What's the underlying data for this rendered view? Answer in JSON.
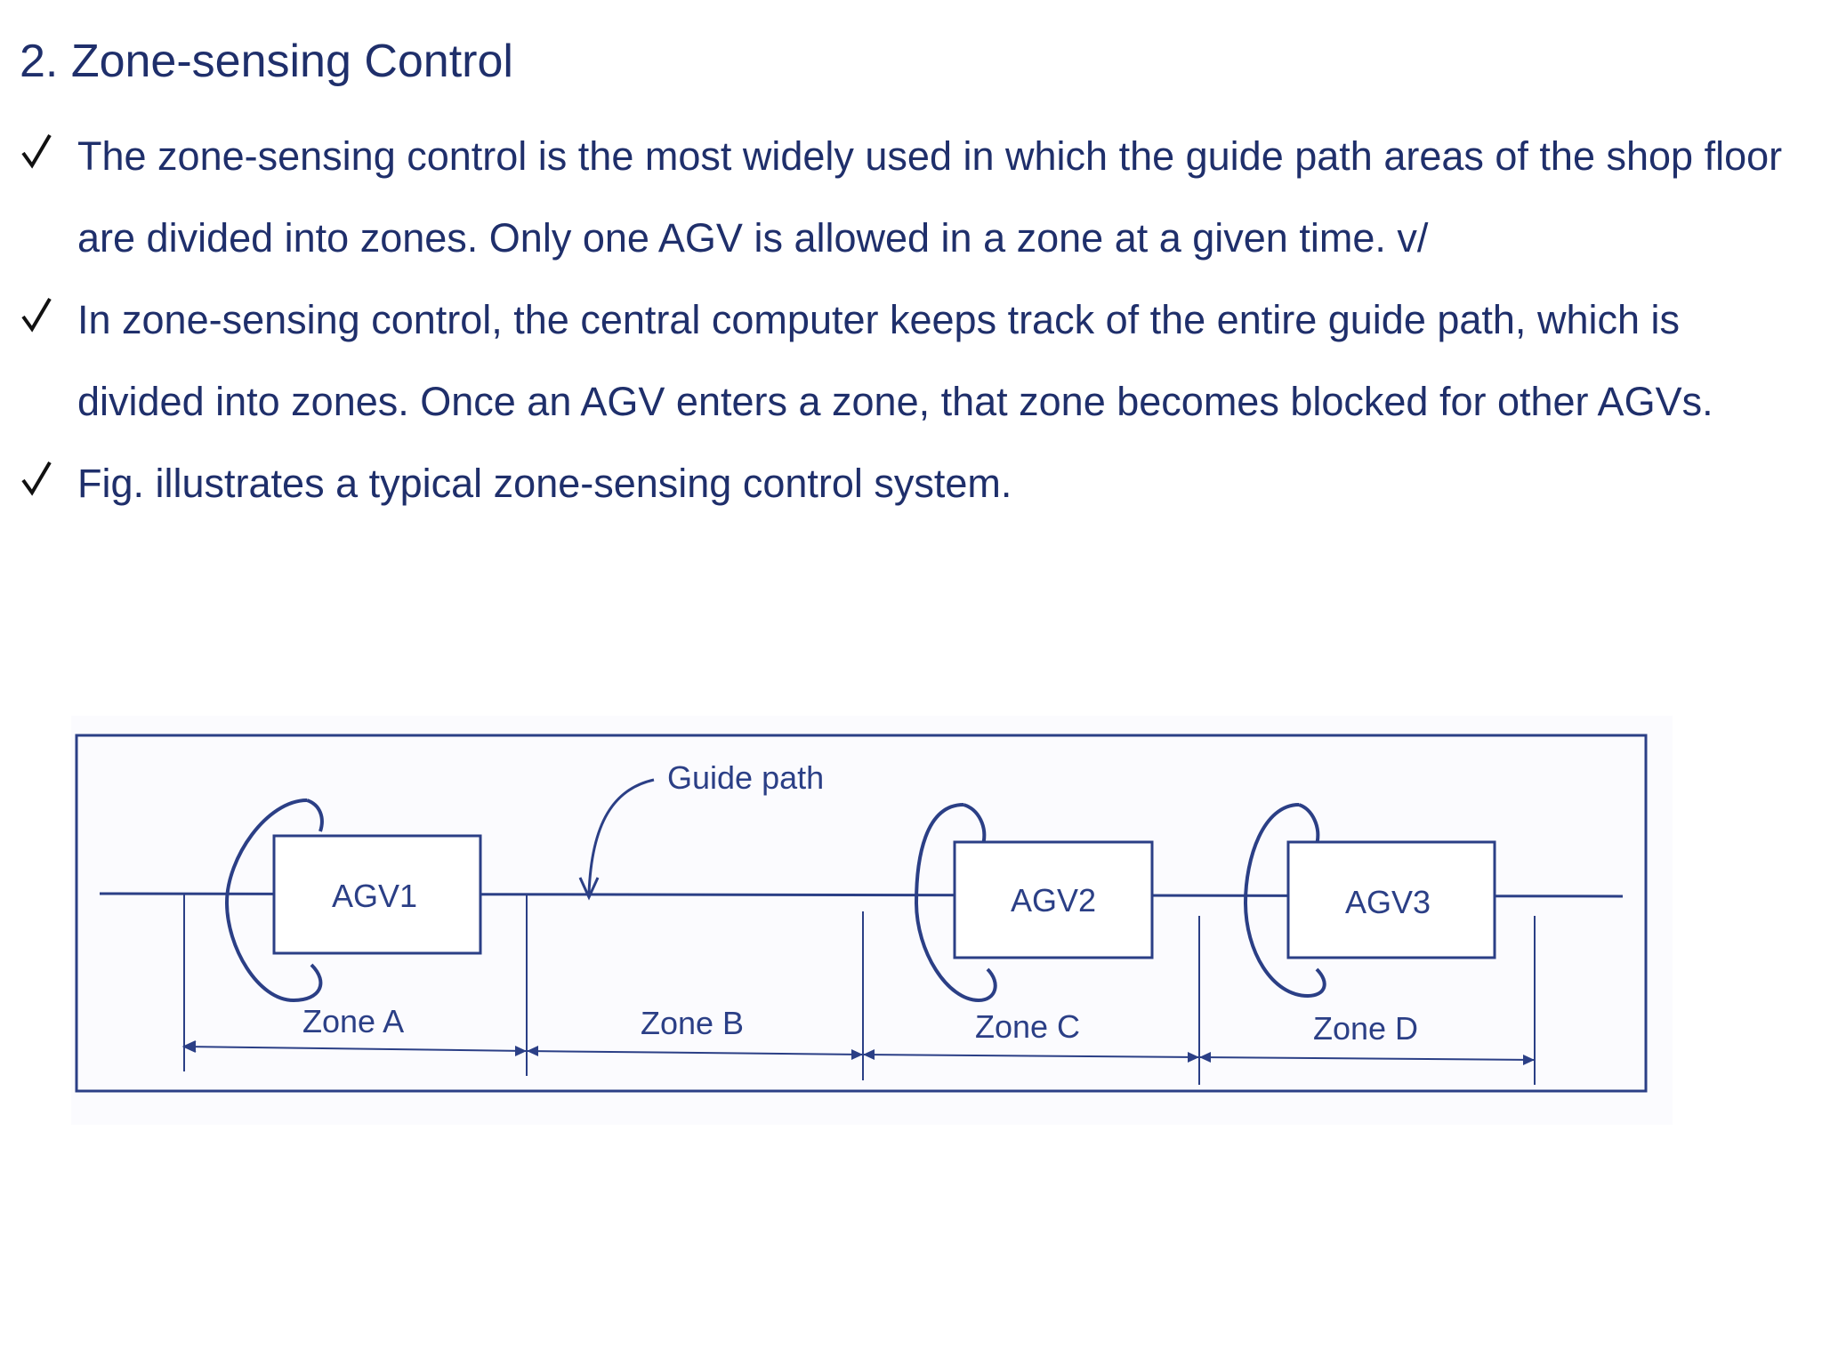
{
  "slide": {
    "title": "2. Zone-sensing Control",
    "bullets": [
      "The zone-sensing control is the most widely used in which the guide path areas of the shop floor are divided into zones. Only one AGV is allowed in a zone at a given time. v/",
      "In zone-sensing control, the central computer keeps track of the entire guide path, which is divided into zones. Once an AGV enters a zone, that zone becomes blocked for other AGVs.",
      "Fig. illustrates a typical zone-sensing control system."
    ],
    "bullet_icon": "check-icon"
  },
  "figure": {
    "guide_path_label": "Guide path",
    "agvs": [
      "AGV1",
      "AGV2",
      "AGV3"
    ],
    "zones": [
      "Zone A",
      "Zone B",
      "Zone C",
      "Zone D"
    ],
    "line_color": "#2b3f86"
  }
}
